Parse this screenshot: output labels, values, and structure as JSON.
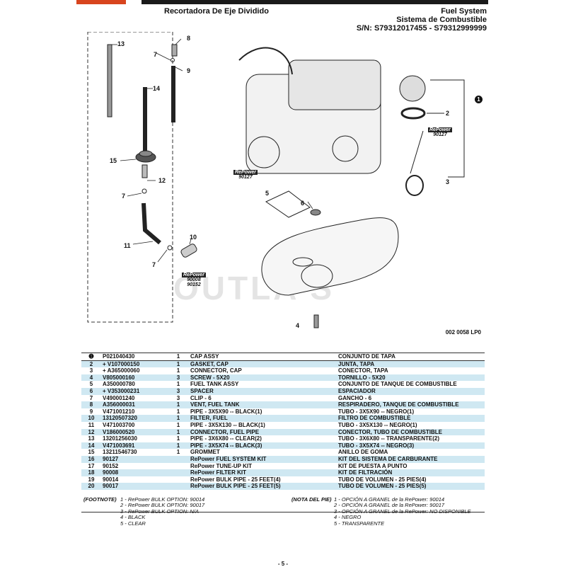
{
  "header": {
    "title_left": "Recortadora De Eje Dividido",
    "title_right_1": "Fuel System",
    "title_right_2": "Sistema de Combustible",
    "serial": "S/N: S79312017455 - S79312999999"
  },
  "diagram": {
    "code": "002 0058 LP0",
    "watermark": "OUTLA'S",
    "callouts": [
      "13",
      "7",
      "8",
      "9",
      "14",
      "15",
      "12",
      "7",
      "11",
      "10",
      "7",
      "5",
      "6",
      "4",
      "1",
      "2",
      "3"
    ],
    "repower_labels": [
      "RePower",
      "RePower",
      "RePower",
      "RePower"
    ],
    "repower_codes": [
      "90127",
      "90127",
      "90008",
      "90152"
    ]
  },
  "parts": [
    {
      "ref": "➊",
      "pn": "P021040430",
      "qty": "1",
      "en": "CAP ASSY",
      "es": "CONJUNTO DE TAPA"
    },
    {
      "ref": "2",
      "pn": "+ V107000150",
      "qty": "1",
      "en": "GASKET, CAP",
      "es": "JUNTA, TAPA"
    },
    {
      "ref": "3",
      "pn": "+ A365000060",
      "qty": "1",
      "en": "CONNECTOR, CAP",
      "es": "CONECTOR, TAPA"
    },
    {
      "ref": "4",
      "pn": "V805000160",
      "qty": "3",
      "en": "SCREW - 5X20",
      "es": "TORNILLO - 5X20"
    },
    {
      "ref": "5",
      "pn": "A350000780",
      "qty": "1",
      "en": "FUEL TANK ASSY",
      "es": "CONJUNTO DE TANQUE DE COMBUSTIBLE"
    },
    {
      "ref": "6",
      "pn": "+ V353000231",
      "qty": "3",
      "en": "SPACER",
      "es": "ESPACIADOR"
    },
    {
      "ref": "7",
      "pn": "V490001240",
      "qty": "3",
      "en": "CLIP - 6",
      "es": "GANCHO - 6"
    },
    {
      "ref": "8",
      "pn": "A356000031",
      "qty": "1",
      "en": "VENT, FUEL TANK",
      "es": "RESPIRADERO, TANQUE DE COMBUSTIBLE"
    },
    {
      "ref": "9",
      "pn": "V471001210",
      "qty": "1",
      "en": "PIPE - 3X5X90 -- BLACK(1)",
      "es": "TUBO - 3X5X90 -- NEGRO(1)"
    },
    {
      "ref": "10",
      "pn": "13120507320",
      "qty": "1",
      "en": "FILTER, FUEL",
      "es": "FILTRO DE COMBUSTIBLE"
    },
    {
      "ref": "11",
      "pn": "V471003700",
      "qty": "1",
      "en": "PIPE - 3X5X130 -- BLACK(1)",
      "es": "TUBO - 3X5X130 -- NEGRO(1)"
    },
    {
      "ref": "12",
      "pn": "V186000520",
      "qty": "1",
      "en": "CONNECTOR, FUEL PIPE",
      "es": "CONECTOR, TUBO DE COMBUSTIBLE"
    },
    {
      "ref": "13",
      "pn": "13201256030",
      "qty": "1",
      "en": "PIPE - 3X6X80 -- CLEAR(2)",
      "es": "TUBO - 3X6X80 -- TRANSPARENTE(2)"
    },
    {
      "ref": "14",
      "pn": "V471003691",
      "qty": "1",
      "en": "PIPE - 3X5X74 -- BLACK(3)",
      "es": "TUBO - 3X5X74 -- NEGRO(3)"
    },
    {
      "ref": "15",
      "pn": "13211546730",
      "qty": "1",
      "en": "GROMMET",
      "es": "ANILLO DE GOMA"
    },
    {
      "ref": "16",
      "pn": "90127",
      "qty": "",
      "en": "RePower FUEL SYSTEM KIT",
      "es": "KIT DEL SISTEMA DE CARBURANTE"
    },
    {
      "ref": "17",
      "pn": "90152",
      "qty": "",
      "en": "RePower TUNE-UP KIT",
      "es": "KIT DE PUESTA A PUNTO"
    },
    {
      "ref": "18",
      "pn": "90008",
      "qty": "",
      "en": "RePower FILTER KIT",
      "es": "KIT DE FILTRACIÓN"
    },
    {
      "ref": "19",
      "pn": "90014",
      "qty": "",
      "en": "RePower BULK PIPE - 25 FEET(4)",
      "es": "TUBO DE VOLUMEN - 25 PIES(4)"
    },
    {
      "ref": "20",
      "pn": "90017",
      "qty": "",
      "en": "RePower BULK PIPE - 25 FEET(5)",
      "es": "TUBO DE VOLUMEN - 25 PIES(5)"
    }
  ],
  "footnote_en": {
    "label": "(FOOTNOTE)",
    "lines": [
      "1 - RePower BULK OPTION: 90014",
      "2 - RePower BULK OPTION: 90017",
      "3 - RePower BULK OPTION: N/A",
      "4 - BLACK",
      "5 - CLEAR"
    ]
  },
  "footnote_es": {
    "label": "(NOTA DEL PIE)",
    "lines": [
      "1 - OPCIÓN A GRANEL de la RePower: 90014",
      "2 - OPCIÓN A GRANEL de la RePower: 90017",
      "3 - OPCIÓN A GRANEL de la RePower: NO DISPONIBLE",
      "4 - NEGRO",
      "5 - TRANSPARENTE"
    ]
  },
  "page_number": "- 5 -"
}
